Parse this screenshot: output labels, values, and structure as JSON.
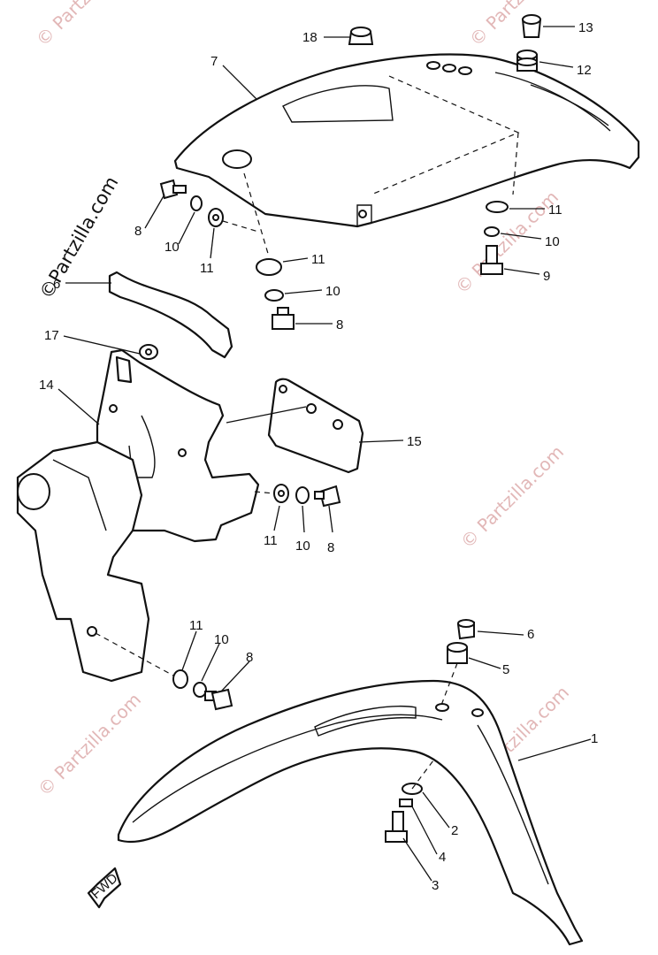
{
  "watermark": {
    "text": "© Partzilla.com",
    "main_text": "©Partzilla.com",
    "color": "#d9a0a0"
  },
  "callouts": [
    {
      "id": "c18",
      "label": "18"
    },
    {
      "id": "c13",
      "label": "13"
    },
    {
      "id": "c12",
      "label": "12"
    },
    {
      "id": "c7",
      "label": "7"
    },
    {
      "id": "c11a",
      "label": "11"
    },
    {
      "id": "c10a",
      "label": "10"
    },
    {
      "id": "c9",
      "label": "9"
    },
    {
      "id": "c8a",
      "label": "8"
    },
    {
      "id": "c10b",
      "label": "10"
    },
    {
      "id": "c11b",
      "label": "11"
    },
    {
      "id": "c11c",
      "label": "11"
    },
    {
      "id": "c10c",
      "label": "10"
    },
    {
      "id": "c8b",
      "label": "8"
    },
    {
      "id": "c6a",
      "label": "6"
    },
    {
      "id": "c17",
      "label": "17"
    },
    {
      "id": "c14",
      "label": "14"
    },
    {
      "id": "c15",
      "label": "15"
    },
    {
      "id": "c11d",
      "label": "11"
    },
    {
      "id": "c10d",
      "label": "10"
    },
    {
      "id": "c8c",
      "label": "8"
    },
    {
      "id": "c11e",
      "label": "11"
    },
    {
      "id": "c10e",
      "label": "10"
    },
    {
      "id": "c8d",
      "label": "8"
    },
    {
      "id": "c6b",
      "label": "6"
    },
    {
      "id": "c5",
      "label": "5"
    },
    {
      "id": "c1",
      "label": "1"
    },
    {
      "id": "c2",
      "label": "2"
    },
    {
      "id": "c4",
      "label": "4"
    },
    {
      "id": "c3",
      "label": "3"
    }
  ],
  "fwd_label": "FWD"
}
